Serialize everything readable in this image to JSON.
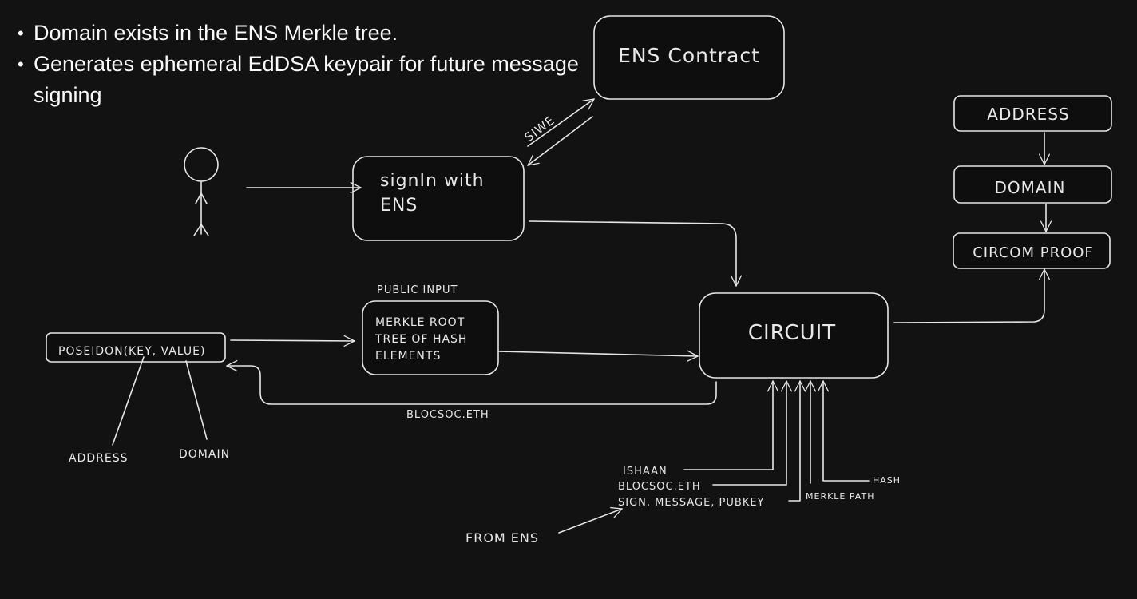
{
  "bullets": [
    "Domain exists in the ENS Merkle tree.",
    "Generates ephemeral EdDSA keypair for future message signing"
  ],
  "nodes": {
    "ens_contract": "ENS Contract",
    "signin_line1": "signIn with",
    "signin_line2": "ENS",
    "circuit": "CIRCUIT",
    "address_box": "ADDRESS",
    "domain_box": "DOMAIN",
    "circom_proof": "CIRCOM PROOF",
    "poseidon": "POSEIDON(KEY, VALUE)",
    "public_input_caption": "PUBLIC INPUT",
    "merkle_line1": "MERKLE ROOT",
    "merkle_line2": "TREE OF HASH",
    "merkle_line3": "ELEMENTS"
  },
  "labels": {
    "siwe": "SIWE",
    "blocsoc_feedback": "BLOCSOC.ETH",
    "poseidon_key": "ADDRESS",
    "poseidon_value": "DOMAIN",
    "ishaan": "ISHAAN",
    "blocsoc_input": "BLOCSOC.ETH",
    "sign_message": "SIGN, MESSAGE, PUBKEY",
    "merkle_path": "MERKLE PATH",
    "hash": "HASH",
    "from_ens": "FROM ENS"
  }
}
